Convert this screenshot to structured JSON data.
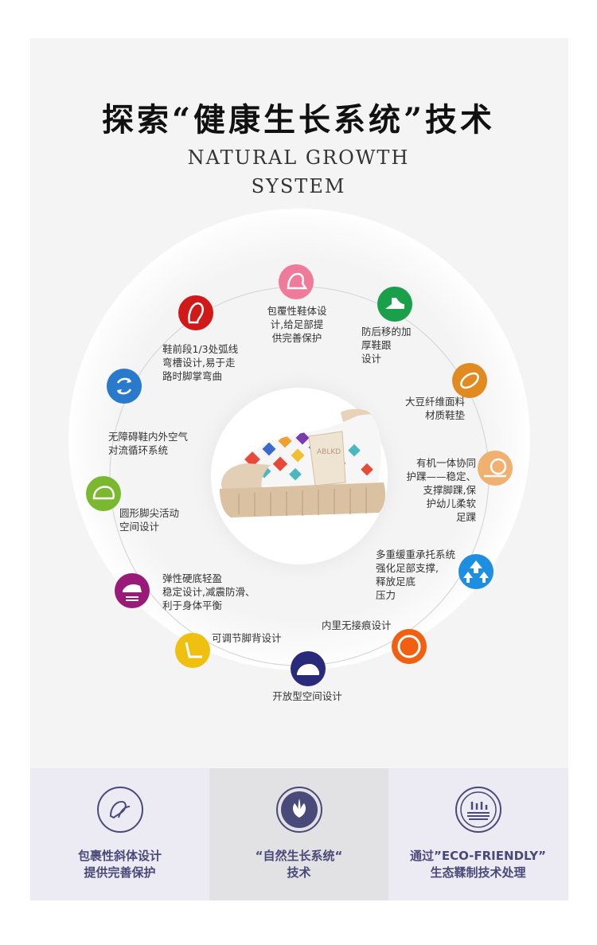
{
  "header": {
    "title": "探索“健康生长系统”技术",
    "subtitle_line1": "NATURAL GROWTH",
    "subtitle_line2": "SYSTEM"
  },
  "product": {
    "shoe_logo_text": "ABLKD"
  },
  "features": [
    {
      "icon": "wrap-shoe-body-icon",
      "color": "#f07a9a",
      "label": "包覆性鞋体设\n计,给足部提\n供完善保护"
    },
    {
      "icon": "anti-slip-heel-icon",
      "color": "#1aa04a",
      "label": "防后移的加\n厚鞋跟\n设计"
    },
    {
      "icon": "soybean-fiber-insole-icon",
      "color": "#e08a20",
      "label": "大豆纤维面料\n材质鞋垫"
    },
    {
      "icon": "ankle-protection-icon",
      "color": "#f0b070",
      "label": "有机一体协同\n护踝——稳定、\n支撑脚踝,保\n护幼儿柔软\n足踝"
    },
    {
      "icon": "cushioning-icon",
      "color": "#1e8ee0",
      "label": "多重缓重承托系统\n强化足部支撑,\n释放足底\n压力"
    },
    {
      "icon": "seamless-lining-icon",
      "color": "#f06010",
      "label": "内里无接痕设计"
    },
    {
      "icon": "open-space-icon",
      "color": "#2a2a7a",
      "label": "开放型空间设计"
    },
    {
      "icon": "adjustable-instep-icon",
      "color": "#f0c010",
      "label": "可调节脚背设计"
    },
    {
      "icon": "elastic-sole-icon",
      "color": "#9a1a7a",
      "label": "弹性硬底轻盈\n稳定设计,减震防滑、\n利于身体平衡"
    },
    {
      "icon": "round-toe-icon",
      "color": "#7ab830",
      "label": "圆形脚尖活动\n空间设计"
    },
    {
      "icon": "air-circulation-icon",
      "color": "#2a7acc",
      "label": "无障碍鞋内外空气\n对流循环系统"
    },
    {
      "icon": "forefoot-groove-icon",
      "color": "#d01a1a",
      "label": "鞋前段1/3处弧线\n弯槽设计,易于走\n路时脚掌弯曲"
    }
  ],
  "bottom": [
    {
      "icon": "hug-design-icon",
      "bg": "#eceaf2",
      "text": "包裹性斜体设计\n提供完善保护"
    },
    {
      "icon": "leaf-growth-icon",
      "bg": "#e2e2e4",
      "text": "“自然生长系统“\n技术"
    },
    {
      "icon": "eco-friendly-icon",
      "bg": "#eceaf2",
      "text": "通过”ECO-FRIENDLY”\n生态鞣制技术处理"
    }
  ]
}
